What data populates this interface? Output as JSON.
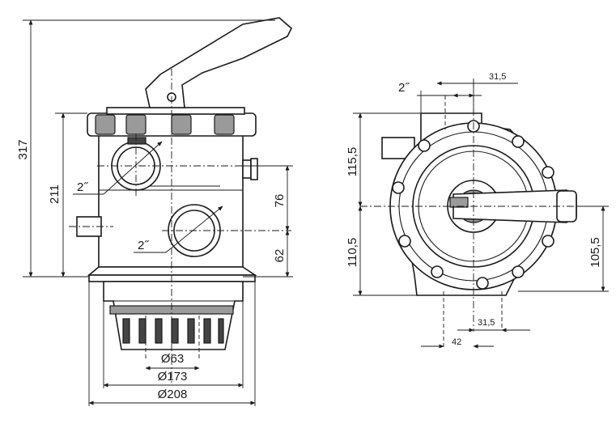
{
  "side_view": {
    "height_total": "317",
    "height_body": "211",
    "port_spacing": "76",
    "port_bottom": "62",
    "port_upper_label": "2˝",
    "port_lower_label": "2˝",
    "dia_inner": "Ø63",
    "dia_mid": "Ø173",
    "dia_outer": "Ø208"
  },
  "top_view": {
    "port_label": "2˝",
    "offset_top": "31,5",
    "offset_bottom": "31,5",
    "spacing_bottom": "42",
    "height_upper": "115,5",
    "height_lower": "110,5",
    "height_right": "105,5"
  }
}
